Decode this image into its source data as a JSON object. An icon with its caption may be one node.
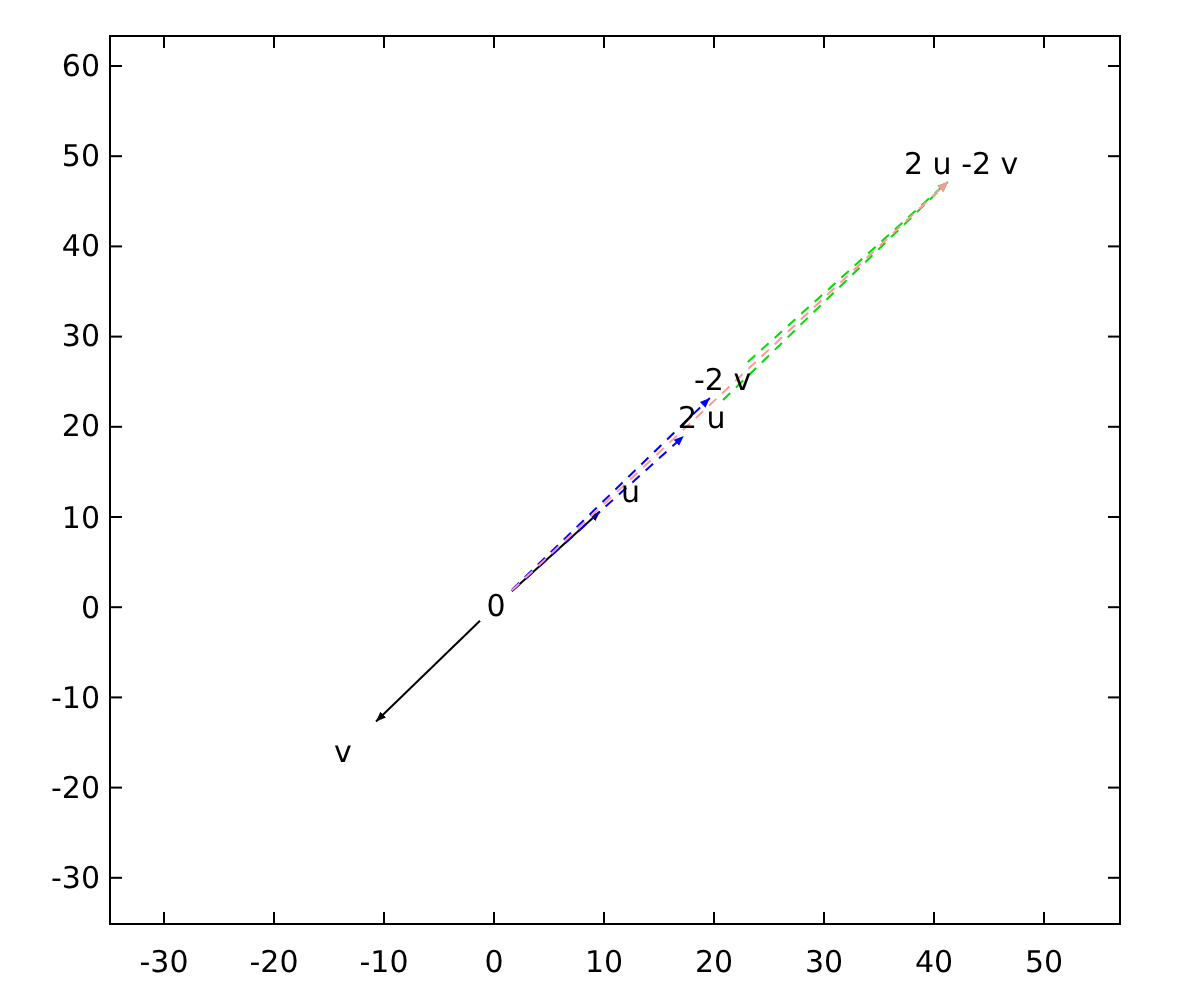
{
  "diagram": {
    "nodes": [
      {
        "text": [
          "2 u -2 v"
        ]
      },
      {
        "text": [
          "-2 v"
        ]
      },
      {
        "text": [
          "2 u"
        ]
      },
      {
        "text": [
          "u"
        ]
      },
      {
        "text": [
          "0"
        ]
      },
      {
        "text": [
          "v"
        ]
      }
    ],
    "edges": [
      {
        "from": 4,
        "to": 3,
        "arrow": "to"
      },
      {
        "from": 4,
        "to": 5,
        "arrow": "to"
      },
      {
        "from": 4,
        "to": 2,
        "arrow": "to",
        "style": "dashed",
        "color": "#0000ff"
      },
      {
        "from": 4,
        "to": 1,
        "arrow": "to",
        "style": "dashed",
        "color": "#0000ff"
      },
      {
        "from": 2,
        "to": 0,
        "arrow": "to",
        "style": "dashed",
        "color": "#00dd00"
      },
      {
        "from": 1,
        "to": 0,
        "arrow": "to",
        "style": "dashed",
        "color": "#00dd00"
      },
      {
        "from": 4,
        "to": 0,
        "arrow": "to",
        "style": "dashed",
        "color": "#ff9999"
      }
    ],
    "labels": [
      "60",
      "50",
      "40",
      "30",
      "20",
      "10",
      "0",
      "-10",
      "-20",
      "-30",
      "-30",
      "-20",
      "-10",
      "0",
      "10",
      "20",
      "30",
      "40",
      "50"
    ]
  }
}
